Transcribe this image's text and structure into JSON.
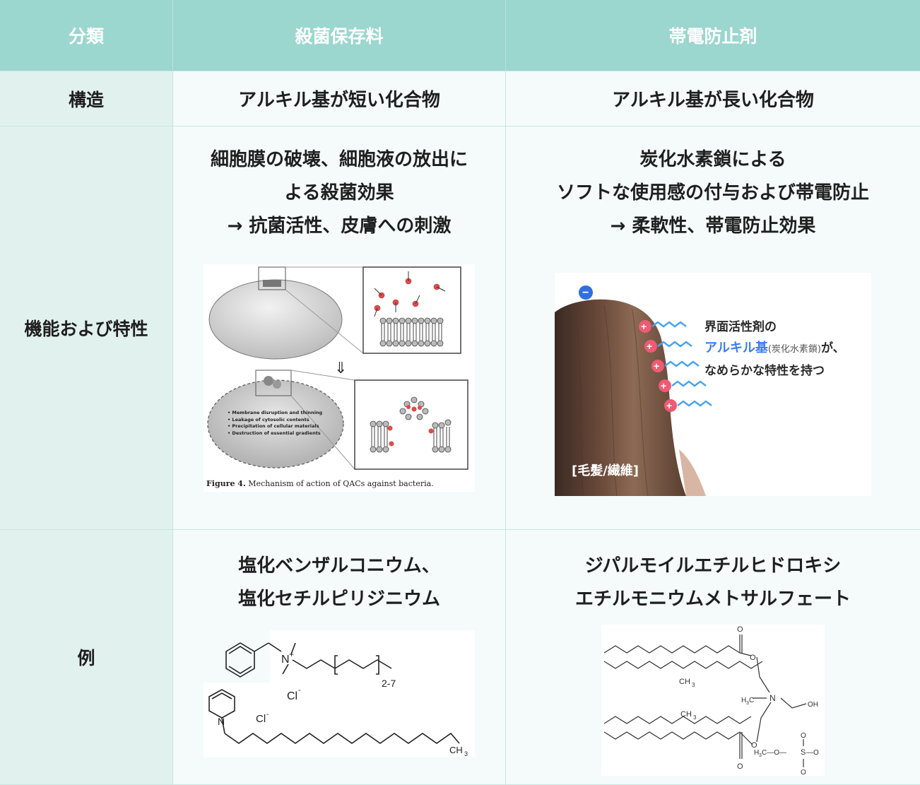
{
  "header": {
    "col1": "分類",
    "col2": "殺菌保存料",
    "col3": "帯電防止剤"
  },
  "rows": {
    "structure": {
      "label": "構造",
      "col2": "アルキル基が短い化合物",
      "col3": "アルキル基が長い化合物"
    },
    "function": {
      "label": "機能および特性",
      "col2_lines": [
        "細胞膜の破壊、細胞液の放出に",
        "よる殺菌効果",
        "→ 抗菌活性、皮膚への刺激"
      ],
      "col3_lines": [
        "炭化水素鎖による",
        "ソフトな使用感の付与および帯電防止",
        "→ 柔軟性、帯電防止効果"
      ],
      "figure1": {
        "caption_num": "Figure 4.",
        "caption_text": "Mechanism of action of QACs against bacteria.",
        "bullets": [
          "Membrane disruption and thinning",
          "Leakage of cytosolic contents",
          "Precipitation of cellular materials",
          "Destruction of essential gradients"
        ],
        "arrow": "⇓"
      },
      "figure2": {
        "line1": "界面活性剤の",
        "line2_blue": "アルキル基",
        "line2_small": "(炭化水素鎖)",
        "line2_rest": "が、",
        "line3": "なめらかな特性を持つ",
        "hair_label": "[毛髪/繊維]",
        "minus": "−",
        "plus": "+"
      }
    },
    "example": {
      "label": "例",
      "col2_lines": [
        "塩化ベンザルコニウム、",
        "塩化セチルピリジニウム"
      ],
      "col3_lines": [
        "ジパルモイルエチルヒドロキシ",
        "エチルモニウムメトサルフェート"
      ],
      "chem1": {
        "n_plus": "N",
        "plus": "+",
        "cl1": "Cl",
        "cl2": "Cl",
        "minus": "-",
        "repeat": "2-7",
        "ch3": "CH",
        "sub3": "3"
      },
      "chem2": {
        "ch3a": "CH",
        "ch3b": "CH",
        "h3c": "H",
        "c_after": "C",
        "n": "N",
        "oh": "OH",
        "o": "O",
        "s": "S",
        "h3co": "H",
        "sub3": "3",
        "c_o": "C—O—",
        "s_o": "—O"
      }
    }
  }
}
